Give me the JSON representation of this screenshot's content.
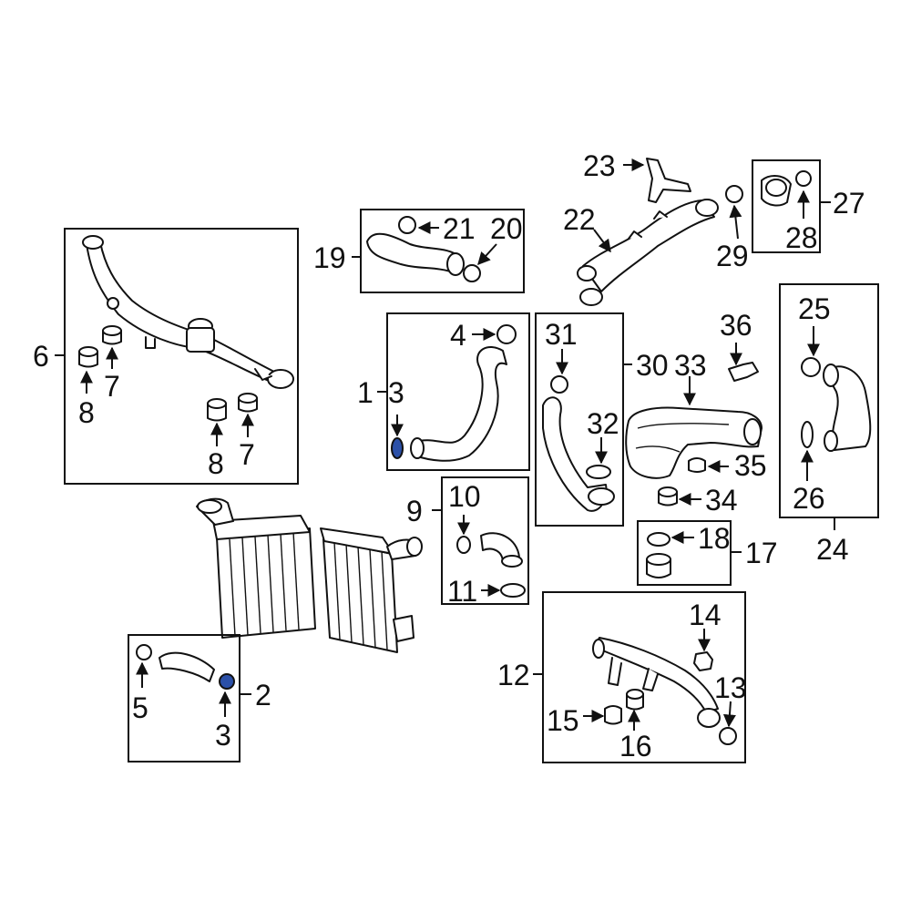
{
  "callouts": {
    "c1": "1",
    "c2": "2",
    "c3a": "3",
    "c3b": "3",
    "c4": "4",
    "c5": "5",
    "c6": "6",
    "c7a": "7",
    "c7b": "7",
    "c8a": "8",
    "c8b": "8",
    "c9": "9",
    "c10": "10",
    "c11": "11",
    "c12": "12",
    "c13": "13",
    "c14": "14",
    "c15": "15",
    "c16": "16",
    "c17": "17",
    "c18": "18",
    "c19": "19",
    "c20": "20",
    "c21": "21",
    "c22": "22",
    "c23": "23",
    "c24": "24",
    "c25": "25",
    "c26": "26",
    "c27": "27",
    "c28": "28",
    "c29": "29",
    "c30": "30",
    "c31": "31",
    "c32": "32",
    "c33": "33",
    "c34": "34",
    "c35": "35",
    "c36": "36"
  },
  "colors": {
    "line": "#111111",
    "highlight_seal": "#2b50a8",
    "background": "#ffffff"
  }
}
